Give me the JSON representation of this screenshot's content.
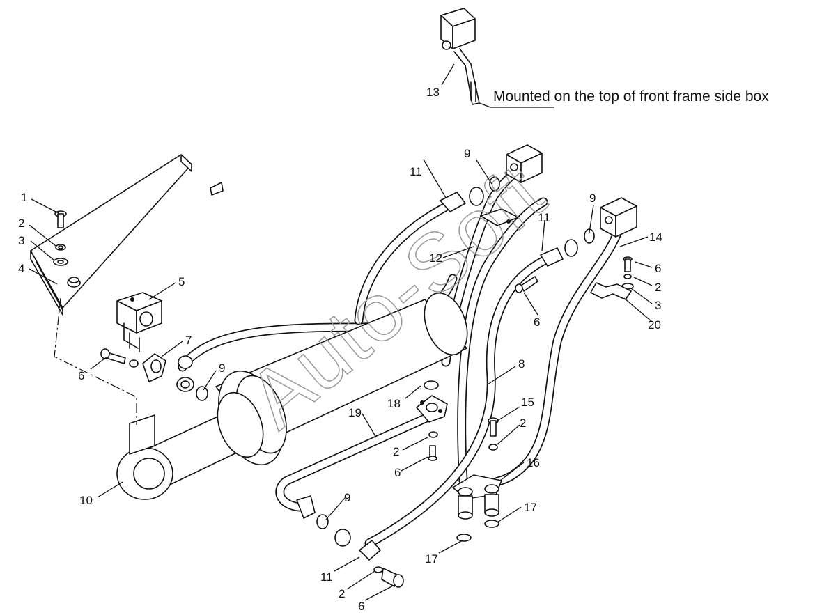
{
  "note": "Mounted on the top of front frame side box",
  "watermark": "Auto-Soft",
  "callouts": {
    "c1": "1",
    "c2a": "2",
    "c3a": "3",
    "c4": "4",
    "c5": "5",
    "c6a": "6",
    "c7": "7",
    "c9a": "9",
    "c10": "10",
    "c11a": "11",
    "c9b": "9",
    "c12": "12",
    "c11b": "11",
    "c9c": "9",
    "c14": "14",
    "c6b": "6",
    "c2b": "2",
    "c3b": "3",
    "c20": "20",
    "c6c": "6",
    "c8": "8",
    "c18": "18",
    "c19": "19",
    "c15": "15",
    "c2c": "2",
    "c2d": "2",
    "c6d": "6",
    "c16": "16",
    "c17a": "17",
    "c17b": "17",
    "c9d": "9",
    "c11c": "11",
    "c2e": "2",
    "c6e": "6",
    "c13": "13"
  }
}
